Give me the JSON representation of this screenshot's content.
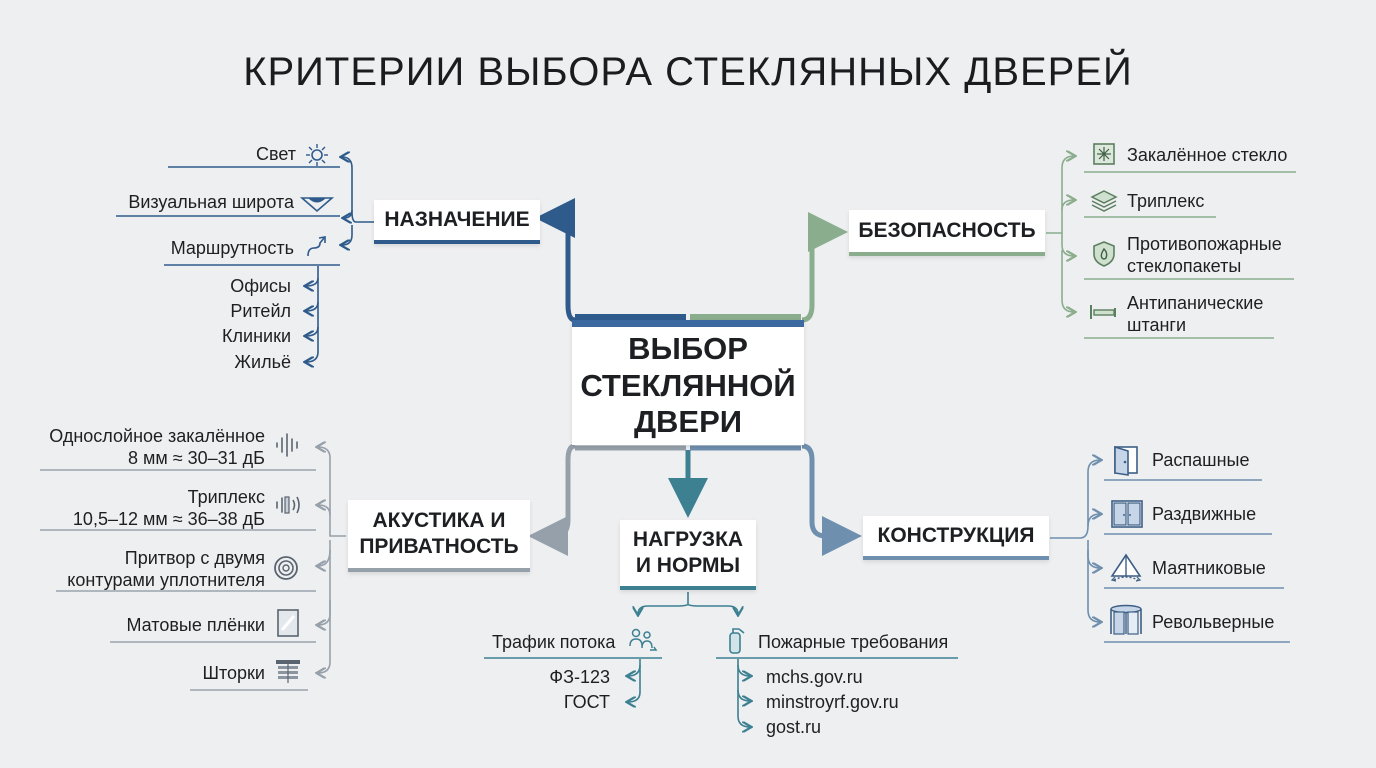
{
  "title": "КРИТЕРИИ ВЫБОРА СТЕКЛЯННЫХ ДВЕРЕЙ",
  "center": {
    "line1": "ВЫБОР",
    "line2": "СТЕКЛЯННОЙ",
    "line3": "ДВЕРИ"
  },
  "colors": {
    "naznachenie": "#2f5b8c",
    "bezopasnost": "#8aad8d",
    "akustika": "#96a0aa",
    "nagruzka": "#3d8092",
    "konstrukciya": "#6f8fae"
  },
  "naznachenie": {
    "label": "НАЗНАЧЕНИЕ",
    "items": [
      "Свет",
      "Визуальная широта",
      "Маршрутность"
    ],
    "icons": [
      "sun-icon",
      "eye-icon",
      "route-arrow-icon"
    ],
    "sub": [
      "Офисы",
      "Ритейл",
      "Клиники",
      "Жильё"
    ]
  },
  "bezopasnost": {
    "label": "БЕЗОПАСНОСТЬ",
    "items": [
      {
        "line1": "Закалённое стекло",
        "line2": ""
      },
      {
        "line1": "Триплекс",
        "line2": ""
      },
      {
        "line1": "Противопожарные",
        "line2": "стеклопакеты"
      },
      {
        "line1": "Антипанические",
        "line2": "штанги"
      }
    ],
    "icons": [
      "tempered-glass-icon",
      "layers-icon",
      "fire-shield-icon",
      "panic-bar-icon"
    ]
  },
  "akustika": {
    "label_line1": "АКУСТИКА И",
    "label_line2": "ПРИВАТНОСТЬ",
    "items": [
      {
        "line1": "Однослойное закалённое",
        "line2": "8 мм ≈ 30–31 дБ"
      },
      {
        "line1": "Триплекс",
        "line2": "10,5–12 мм ≈ 36–38 дБ"
      },
      {
        "line1": "Притвор с двумя",
        "line2": "контурами уплотнителя"
      },
      {
        "line1": "Матовые плёнки",
        "line2": ""
      },
      {
        "line1": "Шторки",
        "line2": ""
      }
    ],
    "icons": [
      "soundwave-icon",
      "soundwave-dampened-icon",
      "seal-coil-icon",
      "frosted-film-icon",
      "blinds-icon"
    ]
  },
  "nagruzka": {
    "label_line1": "НАГРУЗКА",
    "label_line2": "И НОРМЫ",
    "traffic": {
      "label": "Трафик потока",
      "icon": "crowd-icon",
      "items": [
        "ФЗ-123",
        "ГОСТ"
      ]
    },
    "fire": {
      "label": "Пожарные требования",
      "icon": "fire-extinguisher-icon",
      "items": [
        "mchs.gov.ru",
        "minstroyrf.gov.ru",
        "gost.ru"
      ]
    }
  },
  "konstrukciya": {
    "label": "КОНСТРУКЦИЯ",
    "items": [
      "Распашные",
      "Раздвижные",
      "Маятниковые",
      "Револьверные"
    ],
    "icons": [
      "swing-door-icon",
      "sliding-door-icon",
      "pendulum-door-icon",
      "revolving-door-icon"
    ]
  }
}
